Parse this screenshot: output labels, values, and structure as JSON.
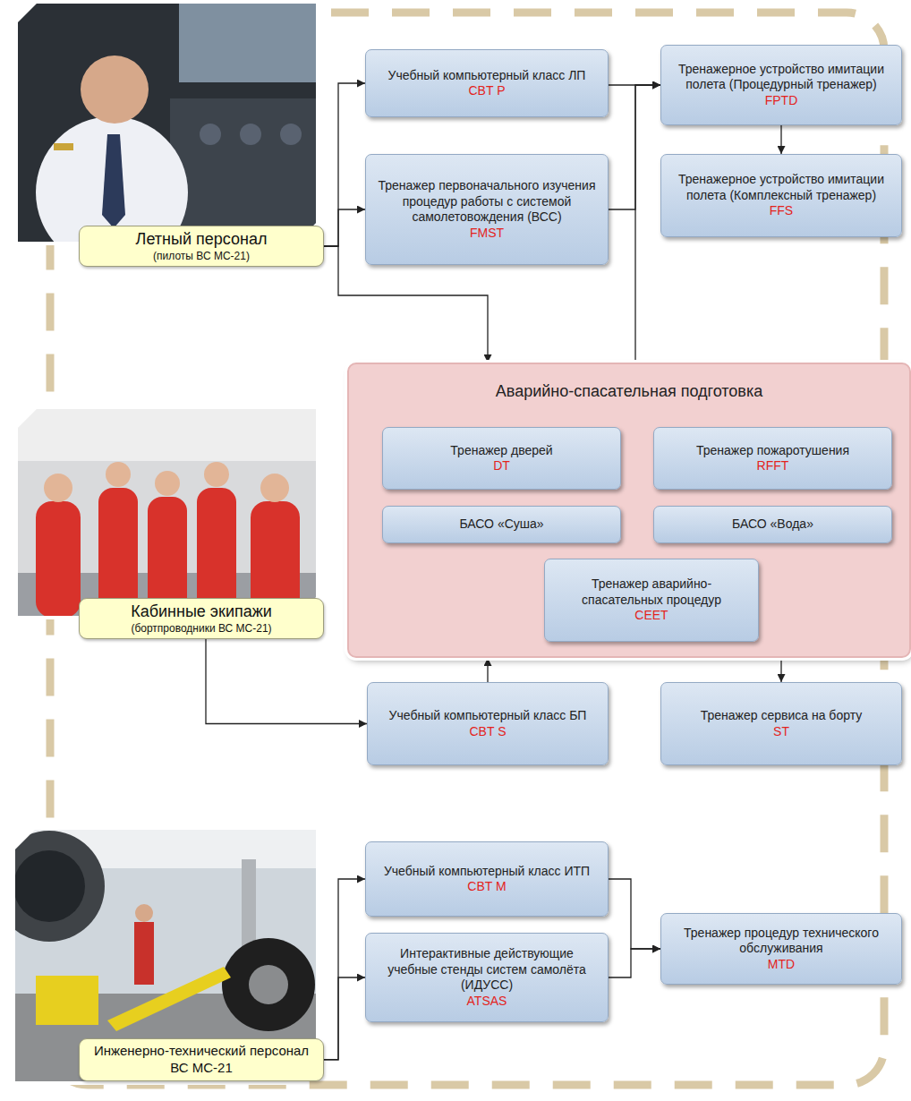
{
  "diagram": {
    "nodes": [
      {
        "text": [
          "Летный персонал",
          "(пилоты ВС МС-21)"
        ]
      },
      {
        "text": [
          "Учебный компьютерный класс ЛП",
          "CBT P"
        ]
      },
      {
        "text": [
          "Тренажер первоначального изучения процедур работы с системой самолетовождения (ВСС)",
          "FMST"
        ]
      },
      {
        "text": [
          "Тренажерное устройство имитации полета (Процедурный тренажер)",
          "FPTD"
        ]
      },
      {
        "text": [
          "Тренажерное устройство имитации полета (Комплексный тренажер)",
          "FFS"
        ]
      },
      {
        "text": [
          "Аварийно-спасательная подготовка"
        ]
      },
      {
        "text": [
          "Тренажер дверей",
          "DT"
        ],
        "in": 5
      },
      {
        "text": [
          "Тренажер пожаротушения",
          "RFFT"
        ],
        "in": 5
      },
      {
        "text": [
          "БАСО «Суша»"
        ],
        "in": 5
      },
      {
        "text": [
          "БАСО «Вода»"
        ],
        "in": 5
      },
      {
        "text": [
          "Тренажер аварийно-спасательных процедур",
          "CEET"
        ],
        "in": 5
      },
      {
        "text": [
          "Кабинные экипажи",
          "(бортпроводники ВС МС-21)"
        ]
      },
      {
        "text": [
          "Учебный компьютерный класс БП",
          "CBT S"
        ]
      },
      {
        "text": [
          "Тренажер сервиса на борту",
          "ST"
        ]
      },
      {
        "text": [
          "Инженерно-технический персонал ВС МС-21"
        ]
      },
      {
        "text": [
          "Учебный компьютерный класс ИТП",
          "CBT M"
        ]
      },
      {
        "text": [
          "Интерактивные действующие учебные стенды систем самолёта (ИДУСС)",
          "ATSAS"
        ]
      },
      {
        "text": [
          "Тренажер процедур технического обслуживания",
          "MTD"
        ]
      }
    ],
    "edges": [
      {
        "from": 0,
        "to": 1,
        "arrow": "to"
      },
      {
        "from": 0,
        "to": 2,
        "arrow": "to"
      },
      {
        "from": 0,
        "to": 5,
        "arrow": "to"
      },
      {
        "from": 1,
        "to": 3,
        "arrow": "to"
      },
      {
        "from": 2,
        "to": 3,
        "arrow": "to"
      },
      {
        "from": 5,
        "to": 3,
        "arrow": "to"
      },
      {
        "from": 3,
        "to": 4,
        "arrow": "to"
      },
      {
        "from": 11,
        "to": 12,
        "arrow": "to"
      },
      {
        "from": 12,
        "to": 5,
        "arrow": "to"
      },
      {
        "from": 5,
        "to": 13,
        "arrow": "to"
      },
      {
        "from": 14,
        "to": 15,
        "arrow": "to"
      },
      {
        "from": 14,
        "to": 16,
        "arrow": "to"
      },
      {
        "from": 15,
        "to": 17,
        "arrow": "to"
      },
      {
        "from": 16,
        "to": 17,
        "arrow": "to"
      }
    ]
  }
}
